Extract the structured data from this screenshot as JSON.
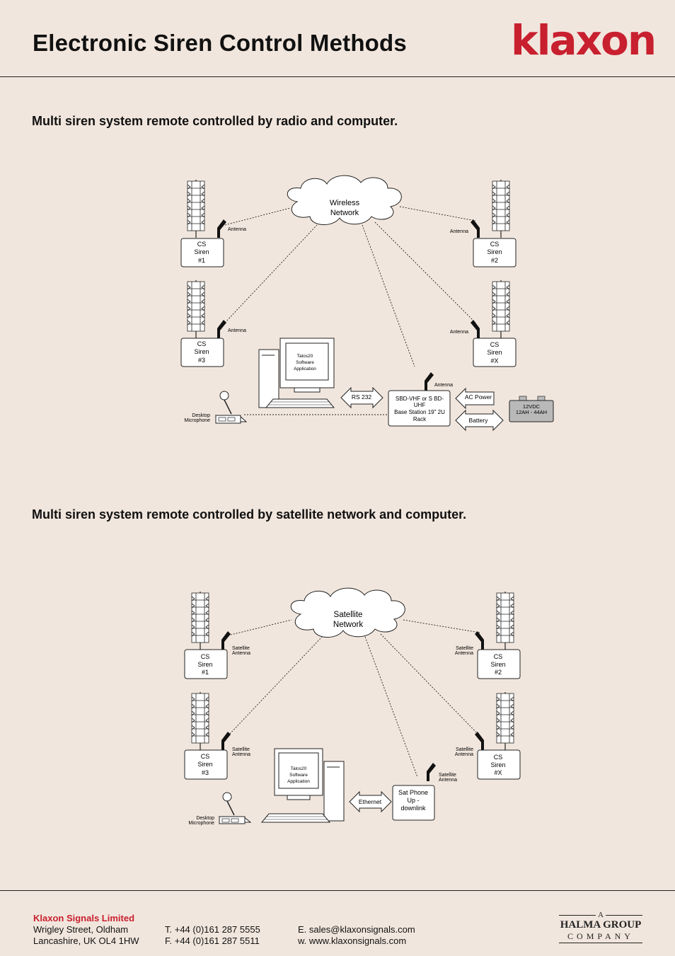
{
  "header": {
    "title": "Electronic Siren Control Methods",
    "logo": "klaxon",
    "logo_color": "#c8202f"
  },
  "section1": {
    "heading": "Multi siren system remote controlled by radio and computer.",
    "cloud": [
      "Wireless",
      "Network"
    ],
    "sirens": [
      [
        "CS",
        "Siren",
        "#1"
      ],
      [
        "CS",
        "Siren",
        "#2"
      ],
      [
        "CS",
        "Siren",
        "#3"
      ],
      [
        "CS",
        "Siren",
        "#X"
      ]
    ],
    "antenna": "Antenna",
    "monitor": [
      "Talos20",
      "Software",
      "Application"
    ],
    "microphone": [
      "Desktop",
      "Microphone"
    ],
    "rs232": "RS 232",
    "base_station": [
      "SBD-VHF or S BD-",
      "UHF",
      "Base Station 19\" 2U",
      "Rack"
    ],
    "ac_power": "AC Power",
    "battery": "Battery",
    "battery_box": [
      "12VDC",
      "12AH - 44AH"
    ]
  },
  "section2": {
    "heading": "Multi siren system remote controlled by satellite network and computer.",
    "cloud": [
      "Satellite",
      "Network"
    ],
    "sirens": [
      [
        "CS",
        "Siren",
        "#1"
      ],
      [
        "CS",
        "Siren",
        "#2"
      ],
      [
        "CS",
        "Siren",
        "#3"
      ],
      [
        "CS",
        "Siren",
        "#X"
      ]
    ],
    "antenna": [
      "Satellite",
      "Antenna"
    ],
    "monitor": [
      "Talos20",
      "Software",
      "Application"
    ],
    "microphone": [
      "Desktop",
      "Microphone"
    ],
    "ethernet": "Ethernet",
    "sat_phone": [
      "Sat Phone",
      "Up -",
      "downlink"
    ]
  },
  "footer": {
    "company": "Klaxon Signals Limited",
    "address1": "Wrigley Street, Oldham",
    "address2": "Lancashire, UK OL4 1HW",
    "tel": "T. +44 (0)161 287 5555",
    "fax": "F. +44 (0)161 287 5511",
    "email": "E. sales@klaxonsignals.com",
    "web": "w. www.klaxonsignals.com",
    "halma_a": "A",
    "halma_group": "HALMA GROUP",
    "halma_company": "COMPANY"
  }
}
